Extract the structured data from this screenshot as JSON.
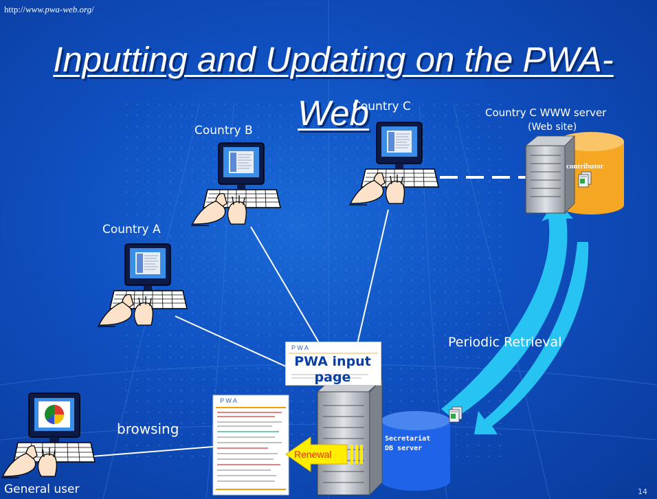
{
  "url": {
    "prefix": "http://",
    "domain": "www.pwa-web.org",
    "suffix": "/"
  },
  "title": "Inputting and Updating on the PWA-Web",
  "labels": {
    "country_a": "Country A",
    "country_b": "Country B",
    "country_c": "Country C",
    "server_line1": "Country C WWW server",
    "server_line2": "(Web site)",
    "contributor": "contributor",
    "periodic": "Periodic Retrieval",
    "pwa_input": "PWA input page",
    "browsing": "browsing",
    "renewal": "Renewal",
    "db_line1": "Secretariat",
    "db_line2": "DB server",
    "general_user": "General user",
    "page_number": "14"
  },
  "colors": {
    "background": "#1558c8",
    "arrow": "#27c3f2",
    "db_orange": "#f5a623",
    "db_blue": "#1f64e8",
    "monitor_screen": "#3a8ee8",
    "renewal_yellow": "#ffee00"
  },
  "icons": [
    "computer-icon",
    "hands-icon",
    "server-icon",
    "database-icon",
    "document-icon",
    "pie-chart-icon",
    "curved-arrow-icon"
  ]
}
